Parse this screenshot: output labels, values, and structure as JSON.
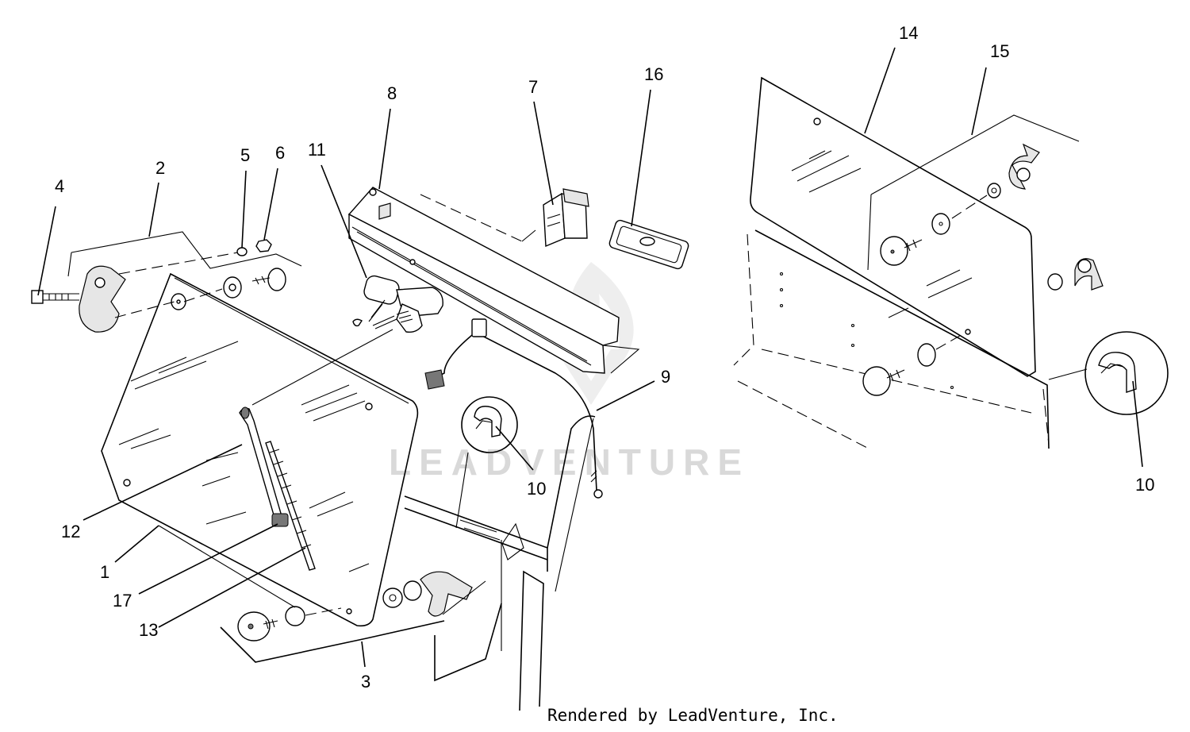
{
  "callouts": {
    "c1": "1",
    "c2": "2",
    "c3": "3",
    "c4": "4",
    "c5": "5",
    "c6": "6",
    "c7": "7",
    "c8": "8",
    "c9": "9",
    "c10a": "10",
    "c10b": "10",
    "c11": "11",
    "c12": "12",
    "c13": "13",
    "c14": "14",
    "c15": "15",
    "c16": "16",
    "c17": "17"
  },
  "watermark": "LEADVENTURE",
  "footer": {
    "credit": "Rendered by LeadVenture, Inc."
  }
}
